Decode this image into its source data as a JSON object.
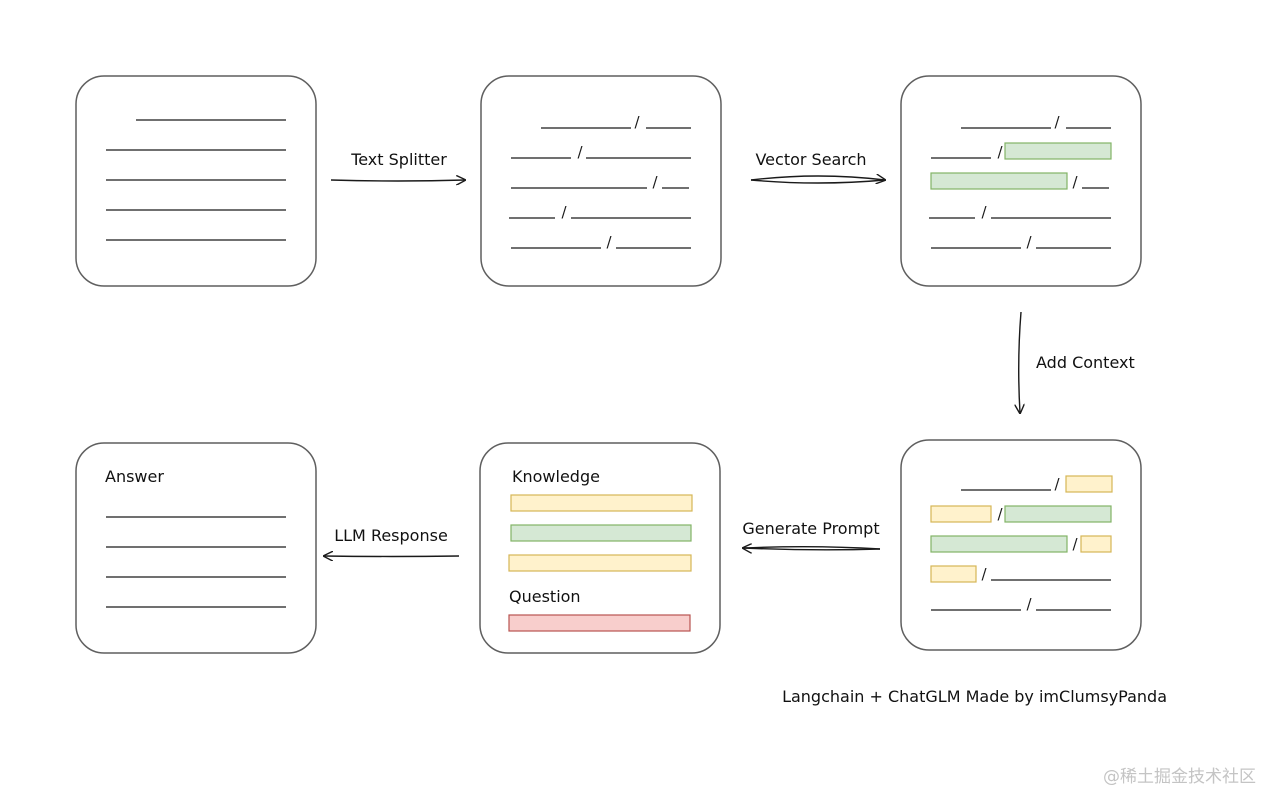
{
  "labels": {
    "text_splitter": "Text Splitter",
    "vector_search": "Vector Search",
    "add_context": "Add Context",
    "generate_prompt": "Generate Prompt",
    "llm_response": "LLM Response",
    "answer": "Answer",
    "knowledge": "Knowledge",
    "question": "Question"
  },
  "chunk_separator": "/",
  "credit": "Langchain + ChatGLM Made by imClumsyPanda",
  "watermark": "@稀土掘金技术社区",
  "colors": {
    "knowledge_yellow": "#fff2cc",
    "context_green": "#d5e8d4",
    "question_red": "#f8cecc"
  }
}
